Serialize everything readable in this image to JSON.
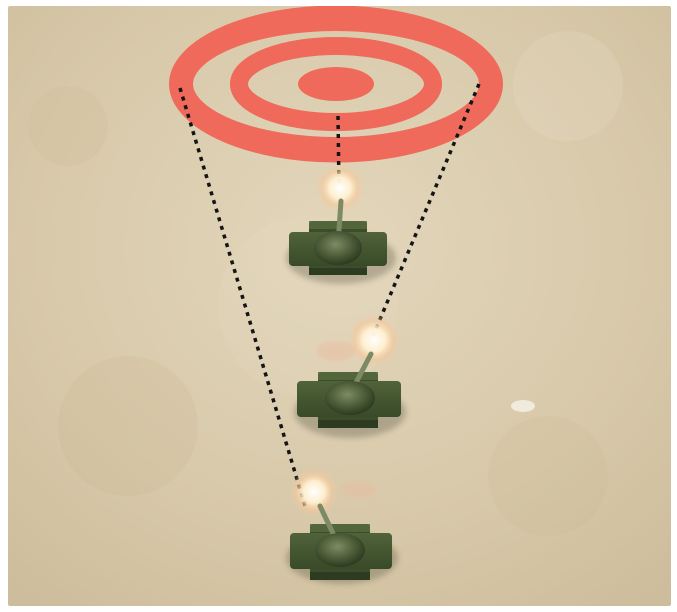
{
  "scene": {
    "type": "top-down artillery targeting illustration",
    "colors": {
      "ground": "#d9cbae",
      "ground_light": "#e6dcc6",
      "target_red": "#ef6a5a",
      "trajectory": "#141414",
      "tank_body": "#44562f",
      "tank_dark": "#2f3d22",
      "tank_turret": "#5b6b45",
      "muzzle_flash": "#fff2d6"
    },
    "target": {
      "icon": "bullseye-target-icon",
      "rings": 3
    },
    "trajectories": [
      {
        "id": "left",
        "from_tank": 3,
        "to": "target-left-edge"
      },
      {
        "id": "center",
        "from_tank": 1,
        "to": "target-center"
      },
      {
        "id": "right",
        "from_tank": 2,
        "to": "target-right-edge"
      }
    ],
    "tanks": [
      {
        "id": 1,
        "icon": "tank-icon",
        "firing": true
      },
      {
        "id": 2,
        "icon": "tank-icon",
        "firing": true
      },
      {
        "id": 3,
        "icon": "tank-icon",
        "firing": true
      }
    ]
  }
}
